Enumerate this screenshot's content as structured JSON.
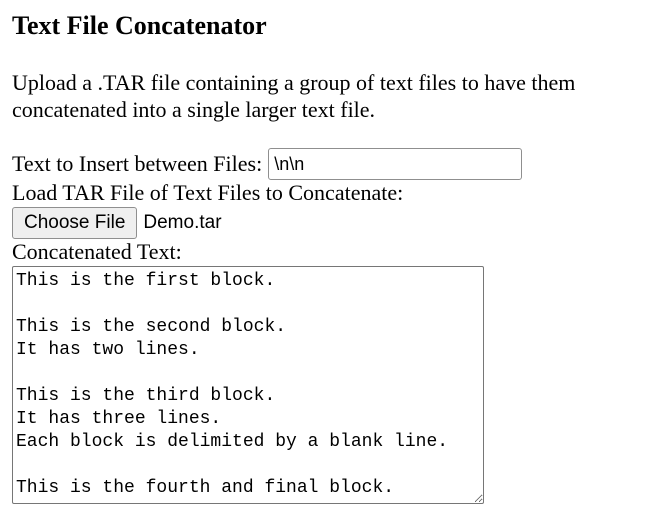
{
  "page": {
    "title": "Text File Concatenator",
    "intro": "Upload a .TAR file containing a group of text files to have them concatenated into a single larger text file."
  },
  "delimiter": {
    "label": "Text to Insert between Files:",
    "value": "\\n\\n"
  },
  "load": {
    "label": "Load TAR File of Text Files to Concatenate:",
    "button_label": "Choose File",
    "file_name": "Demo.tar"
  },
  "output": {
    "label": "Concatenated Text:",
    "text": "This is the first block.\n\nThis is the second block.\nIt has two lines.\n\nThis is the third block.\nIt has three lines.\nEach block is delimited by a blank line.\n\nThis is the fourth and final block."
  }
}
